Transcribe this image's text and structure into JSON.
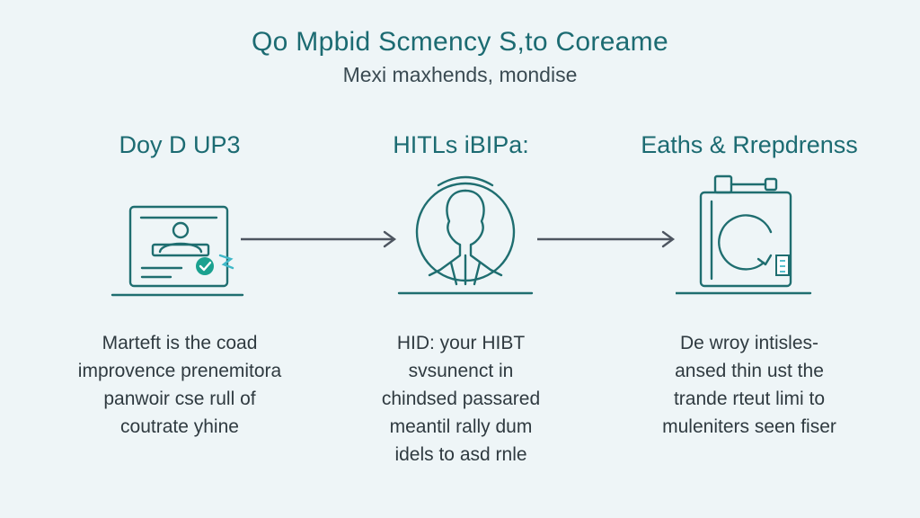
{
  "header": {
    "title": "Qo Mpbid Scmency S,to Coreame",
    "subtitle": "Mexi maxhends, mondise"
  },
  "steps": [
    {
      "title": "Doy D UP3",
      "icon": "document-id-icon",
      "lines": [
        "Marteft is the coad",
        "improvence prenemitora",
        "panwoir cse rull of",
        "coutrate yhine"
      ]
    },
    {
      "title": "HITLs iBIPa:",
      "icon": "person-head-icon",
      "lines": [
        "HID: your HIBT",
        "svsunenct in",
        "chindsed passared",
        "meantil rally dum",
        "idels to asd rnle"
      ]
    },
    {
      "title": "Eaths & Rrepdrenss",
      "icon": "device-cycle-icon",
      "lines": [
        "De wroy intisles-",
        "ansed thin ust the",
        "trande rteut limi to",
        "muleniters seen fiser"
      ]
    }
  ],
  "colors": {
    "background": "#eef5f7",
    "accent": "#1c6b72",
    "check": "#1aa18f",
    "arrow": "#4d5560",
    "text": "#2f3a40"
  }
}
